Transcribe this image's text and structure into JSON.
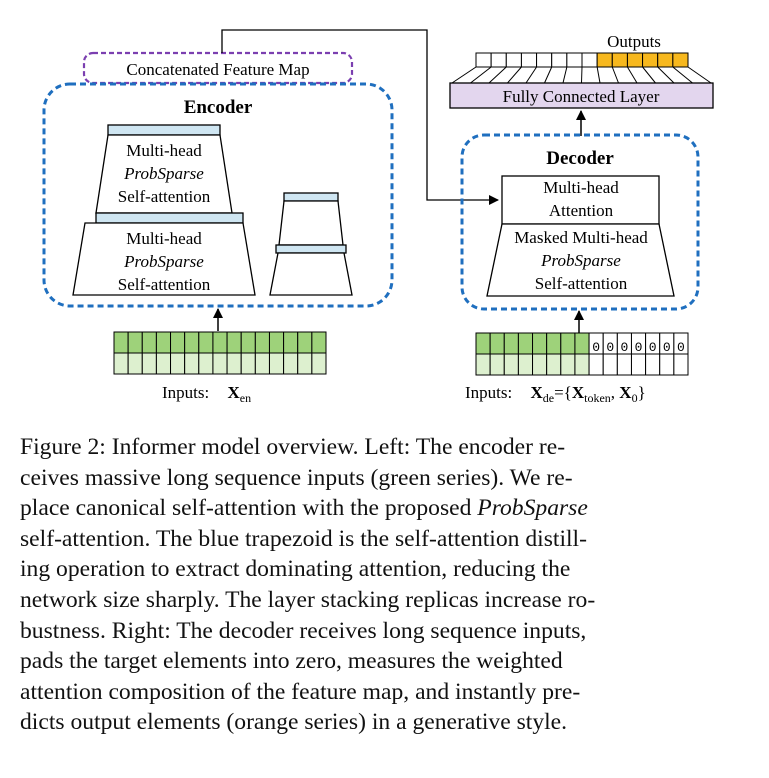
{
  "diagram": {
    "concat_label": "Concatenated Feature Map",
    "encoder": {
      "title": "Encoder",
      "block_top": [
        "Multi-head",
        "ProbSparse",
        "Self-attention"
      ],
      "block_bottom": [
        "Multi-head",
        "ProbSparse",
        "Self-attention"
      ]
    },
    "decoder": {
      "title": "Decoder",
      "attention": [
        "Multi-head",
        "Attention"
      ],
      "masked": [
        "Masked Multi-head",
        "ProbSparse",
        "Self-attention"
      ]
    },
    "outputs_label": "Outputs",
    "fc_label": "Fully Connected Layer",
    "enc_inputs": {
      "prefix": "Inputs:",
      "symbol": "X",
      "sub": "en"
    },
    "dec_inputs": {
      "prefix": "Inputs:",
      "symbol": "X",
      "sub": "de",
      "eq": "={",
      "token_symbol": "X",
      "token_sub": "token",
      "comma": ", ",
      "zero_symbol": "X",
      "zero_sub": "0",
      "close": "}"
    },
    "zero_cell": "0",
    "colors": {
      "dash_blue": "#1f6fbf",
      "dash_purple": "#7b3fb0",
      "green_light": "#ddf0cf",
      "green_dark": "#9ed27a",
      "orange": "#f7b81e",
      "fc_fill": "#e3d6ee",
      "bar_blue": "#cfe6f2"
    }
  },
  "caption": {
    "lines": [
      "Figure 2: Informer model overview. Left: The encoder re-",
      "ceives massive long sequence inputs (green series). We re-",
      [
        "place canonical self-attention with the proposed ",
        "ProbSparse"
      ],
      "self-attention. The blue trapezoid is the self-attention distill-",
      "ing operation to extract dominating attention, reducing the",
      "network size sharply. The layer stacking replicas increase ro-",
      "bustness. Right: The decoder receives long sequence inputs,",
      "pads the target elements into zero, measures the weighted",
      "attention composition of the feature map, and instantly pre-",
      "dicts output elements (orange series) in a generative style."
    ]
  }
}
